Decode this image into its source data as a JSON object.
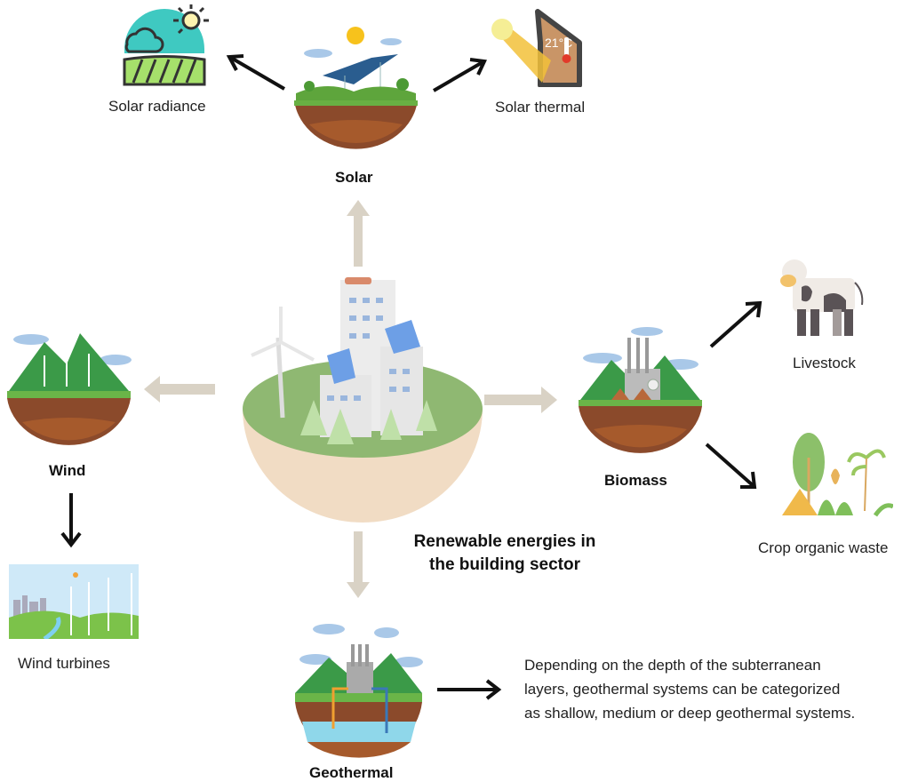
{
  "title": {
    "line1": "Renewable energies in",
    "line2": "the building sector"
  },
  "center": {
    "label": "Renewable energies in the building sector"
  },
  "nodes": {
    "solar": {
      "label": "Solar"
    },
    "wind": {
      "label": "Wind"
    },
    "biomass": {
      "label": "Biomass"
    },
    "geothermal": {
      "label": "Geothermal"
    }
  },
  "sub": {
    "solar_radiance": "Solar radiance",
    "solar_thermal": "Solar thermal",
    "thermal_temp": "21°C",
    "wind_turbines": "Wind turbines",
    "livestock": "Livestock",
    "crop_waste": "Crop organic waste"
  },
  "geothermal_note": {
    "line1": "Depending on the depth of the subterranean",
    "line2": "layers, geothermal systems can be categorized",
    "line3": "as shallow, medium or deep geothermal systems."
  },
  "colors": {
    "arrow_light": "#d9d2c5",
    "arrow_dark": "#111111",
    "grass": "#5aa43a",
    "soil": "#8a4b2a",
    "sky": "#3cc4bf"
  }
}
